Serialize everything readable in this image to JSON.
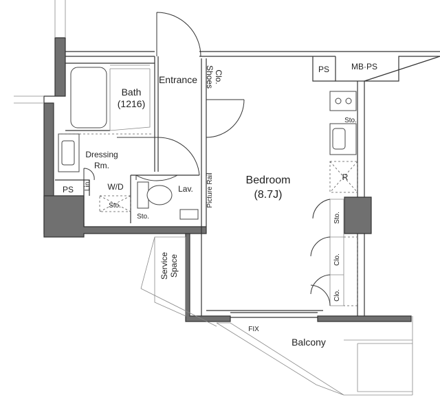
{
  "floorplan": {
    "rooms": {
      "bath": {
        "name": "Bath",
        "size": "(1216)"
      },
      "entrance": {
        "name": "Entrance"
      },
      "shoes_clo": {
        "line1": "Shoes",
        "line2": "Clo."
      },
      "dressing": {
        "line1": "Dressing",
        "line2": "Rm."
      },
      "wd": {
        "name": "W/D"
      },
      "lin": {
        "name": "Lin."
      },
      "ps_left": {
        "name": "PS"
      },
      "sto_wd": {
        "name": "Sto."
      },
      "lav": {
        "name": "Lav."
      },
      "sto_lav": {
        "name": "Sto."
      },
      "picture_rail": {
        "name": "Picture Rail"
      },
      "bedroom": {
        "name": "Bedroom",
        "size": "(8.7J)"
      },
      "ps_top": {
        "name": "PS"
      },
      "mb_ps": {
        "name": "MB·PS"
      },
      "sto_kitchen": {
        "name": "Sto."
      },
      "fridge": {
        "name": "R"
      },
      "sto_right": {
        "name": "Sto."
      },
      "clo_1": {
        "name": "Clo."
      },
      "clo_2": {
        "name": "Clo."
      },
      "service_space": {
        "line1": "Service",
        "line2": "Space"
      },
      "fix": {
        "name": "FIX"
      },
      "balcony": {
        "name": "Balcony"
      }
    },
    "colors": {
      "wall": "#707070",
      "line": "#333333",
      "background": "#ffffff"
    }
  }
}
